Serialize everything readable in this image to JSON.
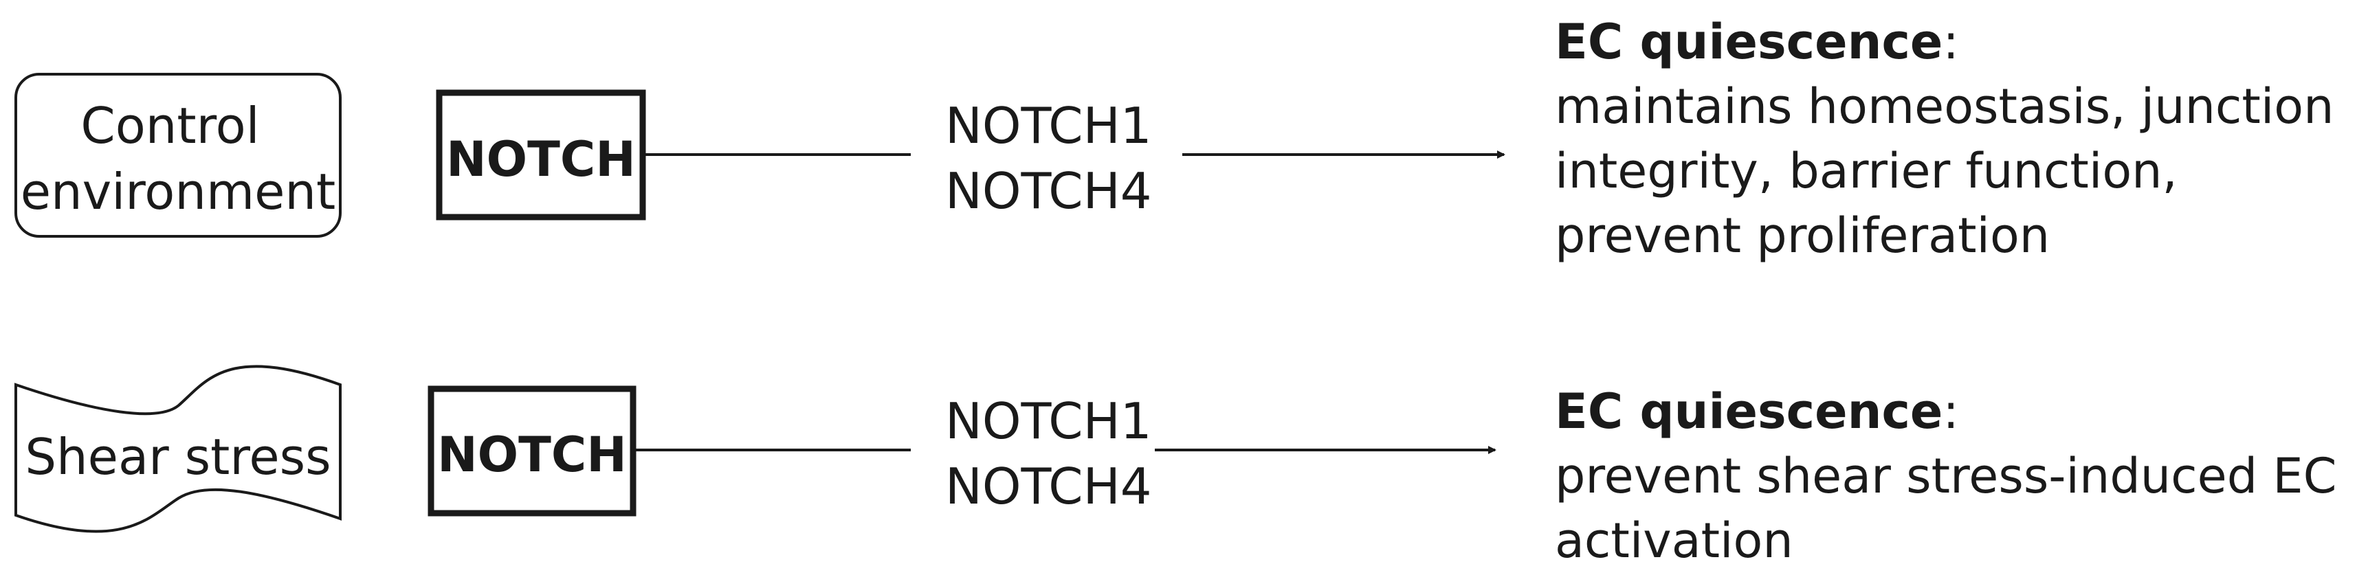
{
  "rows": [
    {
      "condition": [
        "Control",
        "environment"
      ],
      "pathway": "NOTCH",
      "receptors": [
        "NOTCH1",
        "NOTCH4"
      ],
      "outcome_title": "EC quiescence",
      "outcome_separator": ":",
      "outcome_description": "maintains homeostasis, junction integrity, barrier function, prevent proliferation"
    },
    {
      "condition": [
        "Shear stress"
      ],
      "pathway": "NOTCH",
      "receptors": [
        "NOTCH1",
        "NOTCH4"
      ],
      "outcome_title": "EC quiescence",
      "outcome_separator": ":",
      "outcome_description": "prevent shear stress-induced EC activation"
    }
  ],
  "colors": {
    "stroke": "#1a1a1a",
    "background": "#ffffff"
  }
}
